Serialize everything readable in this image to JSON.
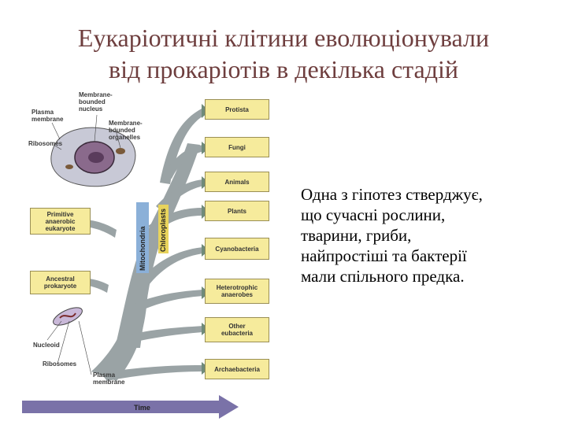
{
  "title": {
    "line1": "Еукаріотичні клітини еволюціонували",
    "line2": "від прокаріотів в декілька стадій"
  },
  "figure": {
    "cell_labels": {
      "membrane_nucleus_1": "Membrane-",
      "membrane_nucleus_2": "bounded",
      "membrane_nucleus_3": "nucleus",
      "plasma_membrane_1": "Plasma",
      "plasma_membrane_2": "membrane",
      "membrane_organelles_1": "Membrane-",
      "membrane_organelles_2": "bounded",
      "membrane_organelles_3": "organelles",
      "ribosomes_top": "Ribosomes",
      "nucleoid": "Nucleoid",
      "ribosomes_bottom": "Ribosomes",
      "plasma_bottom_1": "Plasma",
      "plasma_bottom_2": "membrane"
    },
    "stage_boxes": {
      "primitive_1": "Primitive",
      "primitive_2": "anaerobic",
      "primitive_3": "eukaryote",
      "ancestral_1": "Ancestral",
      "ancestral_2": "prokaryote"
    },
    "groups": [
      {
        "l1": "Protista",
        "l2": ""
      },
      {
        "l1": "Fungi",
        "l2": ""
      },
      {
        "l1": "Animals",
        "l2": ""
      },
      {
        "l1": "Plants",
        "l2": ""
      },
      {
        "l1": "Cyanobacteria",
        "l2": ""
      },
      {
        "l1": "Heterotrophic",
        "l2": "anaerobes"
      },
      {
        "l1": "Other",
        "l2": "eubacteria"
      },
      {
        "l1": "Archaebacteria",
        "l2": ""
      }
    ],
    "mitochondria": "Mitochondria",
    "chloroplasts": "Chloroplasts",
    "time": "Time",
    "colors": {
      "branch": "#9aa3a5",
      "box_fill": "#f6eb9c",
      "mito": "#8bb0d8",
      "chloro": "#e8d35c",
      "time_arrow": "#7a72a8"
    }
  },
  "side_text": {
    "l1": "Одна з гіпотез стверджує,",
    "l2": "що сучасні рослини,",
    "l3": "тварини, гриби,",
    "l4": "найпростіші та бактерії",
    "l5": "мали спільного предка."
  }
}
